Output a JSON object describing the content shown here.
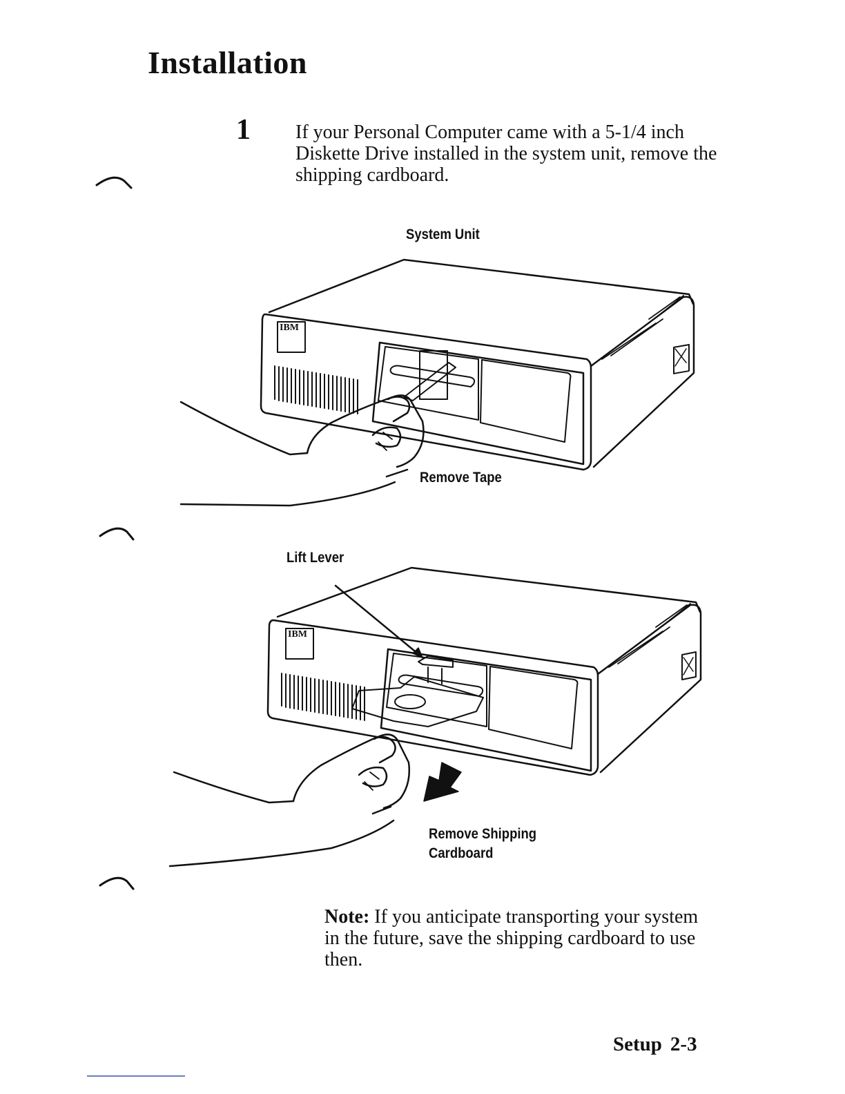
{
  "page": {
    "title": "Installation",
    "step": {
      "number": "1",
      "text": "If your Personal Computer came with a 5-1/4 inch Diskette Drive installed in the system unit, remove the shipping cardboard."
    },
    "figures": {
      "label_system_unit": "System Unit",
      "label_remove_tape": "Remove Tape",
      "label_lift_lever": "Lift Lever",
      "label_remove_cardboard_line1": "Remove Shipping",
      "label_remove_cardboard_line2": "Cardboard",
      "logo_text": "IBM"
    },
    "note": {
      "lead": "Note:",
      "text": "If you anticipate transporting your system in the future, save the shipping cardboard to use then."
    },
    "footer": {
      "section": "Setup",
      "page_number": "2-3"
    }
  }
}
